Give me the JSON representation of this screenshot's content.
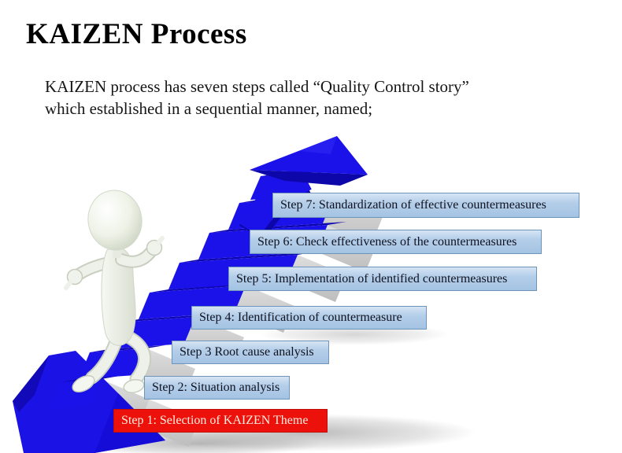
{
  "slide": {
    "title": "KAIZEN Process",
    "intro_lines": [
      "KAIZEN process has seven steps called “Quality Control story”",
      "which established in a sequential manner, named;"
    ]
  },
  "steps": [
    {
      "label": "Step 7: Standardization of effective countermeasures",
      "highlighted": false
    },
    {
      "label": "Step 6: Check effectiveness of the countermeasures",
      "highlighted": false
    },
    {
      "label": "Step 5: Implementation of identified countermeasures",
      "highlighted": false
    },
    {
      "label": "Step 4: Identification of countermeasure",
      "highlighted": false
    },
    {
      "label": "Step 3 Root cause analysis",
      "highlighted": false
    },
    {
      "label": "Step 2: Situation analysis",
      "highlighted": false
    },
    {
      "label": "Step 1: Selection of KAIZEN Theme",
      "highlighted": true
    }
  ],
  "colors": {
    "step_box_background": "#aac8e6",
    "step_box_border": "#6f94ba",
    "step_box_text": "#10121f",
    "highlight_box_background": "#ec120b",
    "highlight_box_text": "#ffefe2",
    "stairs_blue": "#1b12ea",
    "stairs_blue_dark": "#0d06a8",
    "stairs_side_grey": "#c7c7c7",
    "figure_white": "#f2f5ee",
    "background": "#ffffff",
    "title_text": "#000000"
  },
  "illustration": {
    "description_elements": [
      "climbing-figure",
      "blue-staircase",
      "up-arrow",
      "carpet-flare",
      "ground-shadow"
    ]
  }
}
